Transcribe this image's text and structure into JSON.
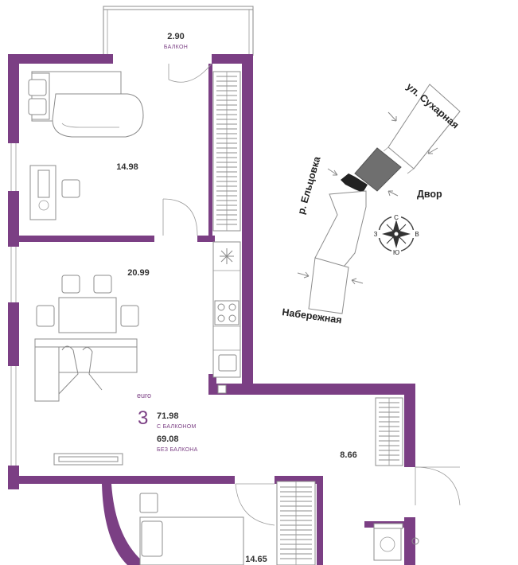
{
  "rooms": {
    "balcony": {
      "area": "2.90",
      "label": "БАЛКОН"
    },
    "bedroom": {
      "area": "14.98"
    },
    "kitchen_living": {
      "area": "20.99"
    },
    "hall": {
      "area": "8.66"
    },
    "bedroom2": {
      "area": "14.65"
    }
  },
  "summary": {
    "format": "euro",
    "room_count": "3",
    "area_with_balcony": "71.98",
    "with_balcony_label": "С БАЛКОНОМ",
    "area_without_balcony": "69.08",
    "without_balcony_label": "БЕЗ БАЛКОНА"
  },
  "site_plan": {
    "street_top": "ул. Сухарная",
    "river": "р. Ельцовка",
    "yard": "Двор",
    "street_bottom": "Набережная",
    "compass": {
      "north": "С",
      "east": "В",
      "south": "Ю",
      "west": "З"
    }
  },
  "colors": {
    "wall": "#7b3f84",
    "highlight": "#6f6f6f",
    "text": "#333333"
  }
}
